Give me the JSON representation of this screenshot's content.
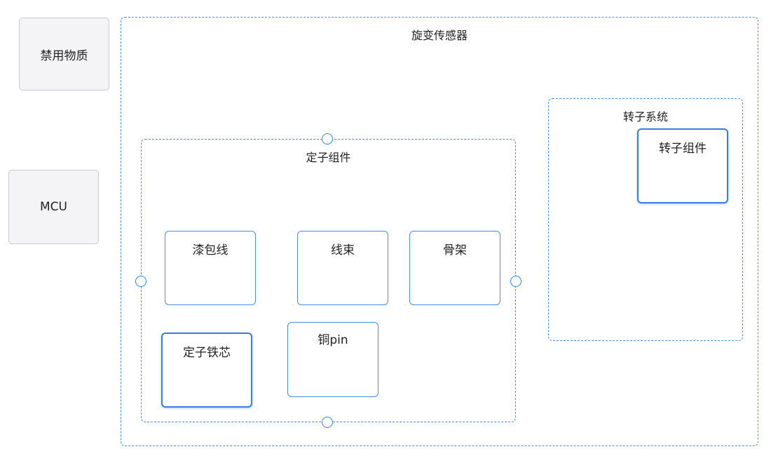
{
  "left_boxes": {
    "forbidden": "禁用物质",
    "mcu": "MCU"
  },
  "resolver": {
    "title": "旋变传感器"
  },
  "stator": {
    "title": "定子组件",
    "items": {
      "enameled_wire": "漆包线",
      "harness": "线束",
      "bobbin": "骨架",
      "core": "定子铁芯",
      "copper_pin": "铜pin"
    }
  },
  "rotor_system": {
    "title": "转子系统",
    "assembly": "转子组件"
  },
  "colors": {
    "accent": "#4a8de8",
    "gray_fill": "#f4f4f6"
  }
}
